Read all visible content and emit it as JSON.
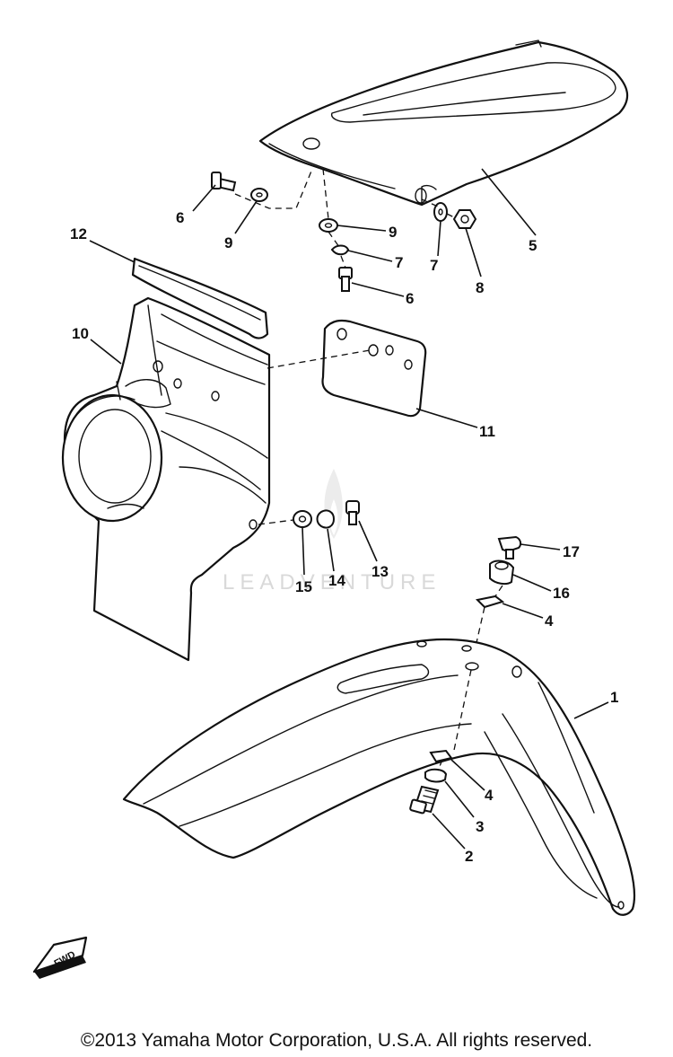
{
  "diagram": {
    "callouts": [
      "1",
      "2",
      "3",
      "4",
      "4",
      "5",
      "6",
      "6",
      "7",
      "7",
      "8",
      "9",
      "9",
      "10",
      "11",
      "12",
      "13",
      "14",
      "15",
      "16",
      "17"
    ],
    "fwd_label": "FWD",
    "watermark": "LEADVENTURE"
  },
  "footer": {
    "copyright": "©2013 Yamaha Motor Corporation, U.S.A. All rights reserved."
  }
}
